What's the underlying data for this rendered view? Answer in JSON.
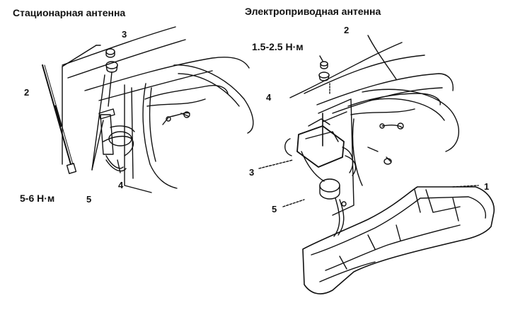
{
  "titles": {
    "left": "Стационарная антенна",
    "right": "Электроприводная антенна"
  },
  "left_labels": {
    "l2": "2",
    "l3": "3",
    "l4": "4",
    "l5": "5",
    "torque": "5-6 Н·м"
  },
  "right_labels": {
    "r1": "1",
    "r2": "2",
    "r3": "3",
    "r4": "4",
    "r5": "5",
    "torque": "1.5-2.5 Н·м"
  },
  "colors": {
    "ink": "#111111",
    "paper": "#ffffff"
  }
}
